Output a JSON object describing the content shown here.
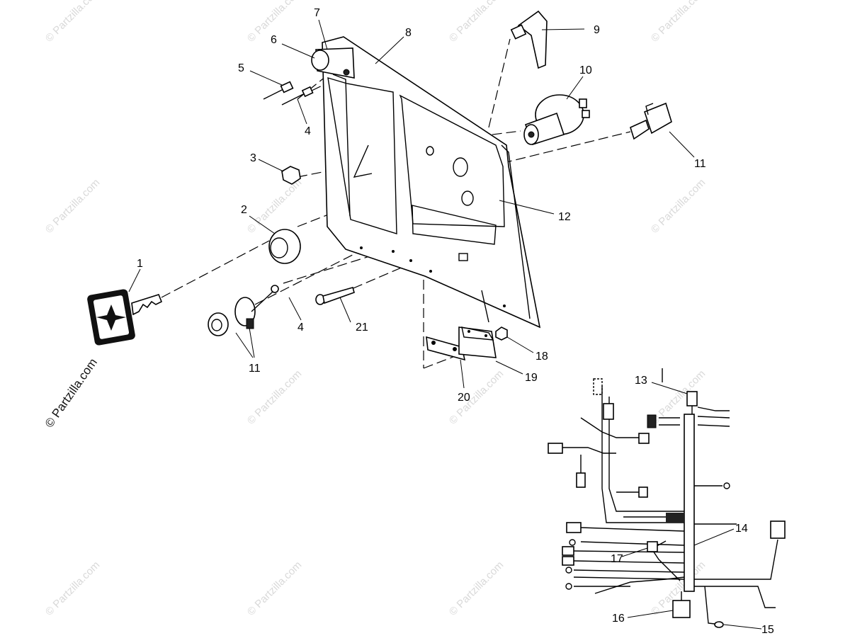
{
  "watermark": {
    "text": "© Partzilla.com"
  },
  "callouts": [
    {
      "id": "c1",
      "label": "1"
    },
    {
      "id": "c2",
      "label": "2"
    },
    {
      "id": "c3",
      "label": "3"
    },
    {
      "id": "c4a",
      "label": "4"
    },
    {
      "id": "c4b",
      "label": "4"
    },
    {
      "id": "c5",
      "label": "5"
    },
    {
      "id": "c6",
      "label": "6"
    },
    {
      "id": "c7",
      "label": "7"
    },
    {
      "id": "c8",
      "label": "8"
    },
    {
      "id": "c9",
      "label": "9"
    },
    {
      "id": "c10",
      "label": "10"
    },
    {
      "id": "c11a",
      "label": "11"
    },
    {
      "id": "c11b",
      "label": "11"
    },
    {
      "id": "c12",
      "label": "12"
    },
    {
      "id": "c13",
      "label": "13"
    },
    {
      "id": "c14",
      "label": "14"
    },
    {
      "id": "c15",
      "label": "15"
    },
    {
      "id": "c16",
      "label": "16"
    },
    {
      "id": "c17",
      "label": "17"
    },
    {
      "id": "c18",
      "label": "18"
    },
    {
      "id": "c19",
      "label": "19"
    },
    {
      "id": "c20",
      "label": "20"
    },
    {
      "id": "c21",
      "label": "21"
    }
  ]
}
